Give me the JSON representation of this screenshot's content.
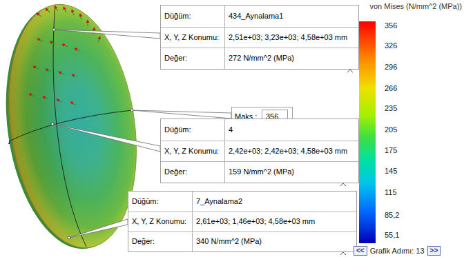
{
  "diagram": {
    "nodes": [
      {
        "text": [
          "Düğüm:",
          "434_Aynalama1",
          "X, Y, Z Konumu:",
          "2,51e+03; 3,23e+03; 4,58e+03 mm",
          "Değer:",
          "272 N/mm^2 (MPa)"
        ]
      },
      {
        "text": [
          "Maks.:",
          "356"
        ]
      },
      {
        "text": [
          "Düğüm:",
          "4",
          "X, Y, Z Konumu:",
          "2,42e+03; 2,42e+03; 4,58e+03 mm",
          "Değer:",
          "159 N/mm^2 (MPa)"
        ]
      },
      {
        "text": [
          "Düğüm:",
          "7_Aynalama2",
          "X, Y, Z Konumu:",
          "2,61e+03; 1,46e+03; 4,58e+03 mm",
          "Değer:",
          "340 N/mm^2 (MPa)"
        ]
      }
    ],
    "labels": [
      "von Mises (N/mm^2 (MPa))",
      "356",
      "326",
      "296",
      "266",
      "235",
      "205",
      "175",
      "145",
      "115",
      "85,2",
      "55,1",
      "<<",
      "Grafik Adımı: 13",
      ">>"
    ]
  }
}
